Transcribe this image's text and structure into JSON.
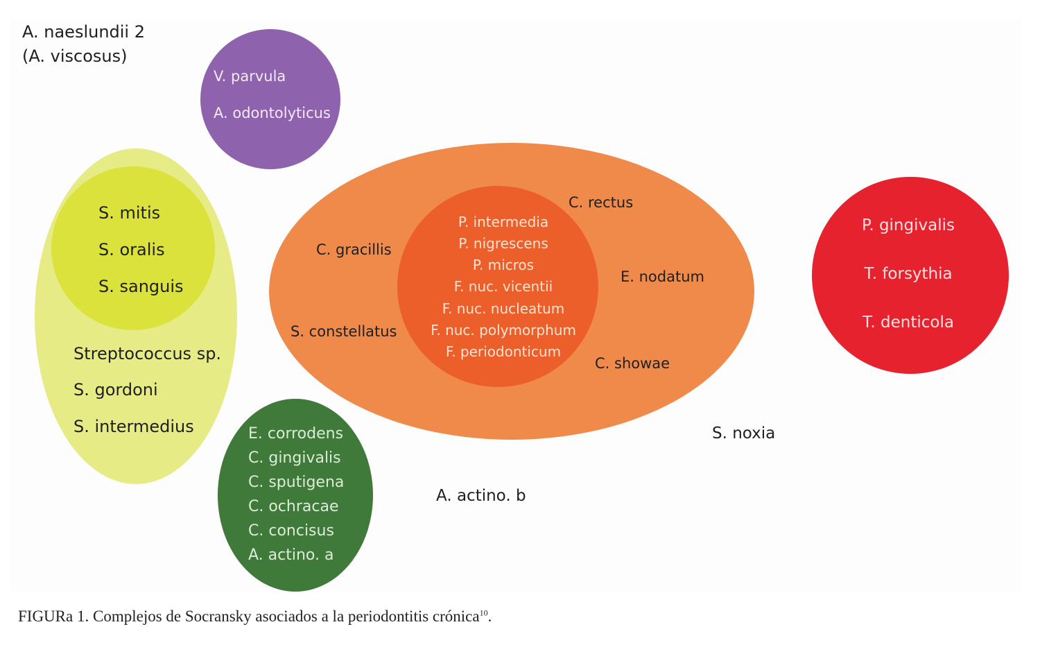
{
  "colors": {
    "purple": "#8e62ad",
    "yellow_outer": "#e6eb86",
    "yellow_inner": "#dce23c",
    "orange_outer": "#f08a4b",
    "orange_inner": "#ec5f2a",
    "red": "#e5222e",
    "green": "#3f7a3b",
    "dark_text": "#1f1f1f",
    "light_text": "#f3eaf6"
  },
  "diagram": {
    "top_left_label": [
      "A. naeslundii 2",
      "(A. viscosus)"
    ],
    "purple_complex": [
      "V. parvula",
      "A. odontolyticus"
    ],
    "yellow_inner_complex": [
      "S. mitis",
      "S. oralis",
      "S. sanguis"
    ],
    "yellow_outer_complex": [
      "Streptococcus sp.",
      "S. gordoni",
      "S. intermedius"
    ],
    "orange_inner_complex": [
      "P. intermedia",
      "P. nigrescens",
      "P. micros",
      "F. nuc. vicentii",
      "F. nuc. nucleatum",
      "F. nuc. polymorphum",
      "F. periodonticum"
    ],
    "orange_outer_complex": {
      "c_rectus": "C. rectus",
      "c_gracillis": "C. gracillis",
      "e_nodatum": "E. nodatum",
      "s_constellatus": "S. constellatus",
      "c_showae": "C. showae"
    },
    "red_complex": [
      "P. gingivalis",
      "T. forsythia",
      "T. denticola"
    ],
    "green_complex": [
      "E. corrodens",
      "C. gingivalis",
      "C. sputigena",
      "C. ochracae",
      "C. concisus",
      "A. actino. a"
    ],
    "free_labels": {
      "s_noxia": "S. noxia",
      "a_actino_b": "A. actino. b"
    }
  },
  "caption": {
    "figure_label": "FIGURa 1.",
    "text": "Complejos de Socransky asociados a la periodontitis crónica",
    "reference": "10",
    "end": "."
  }
}
